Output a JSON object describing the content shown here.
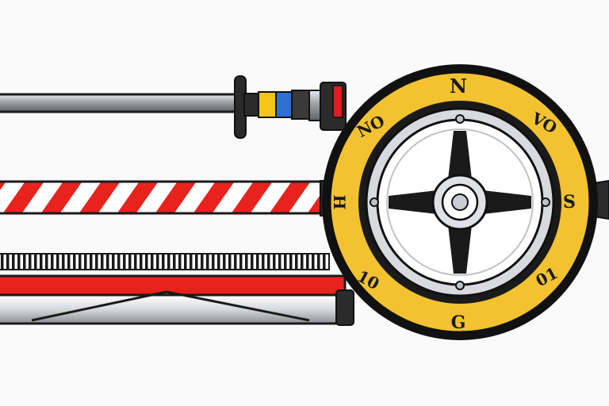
{
  "illustration": {
    "dial_labels": {
      "top": "N",
      "upper_left": "NO",
      "upper_right": "VO",
      "left": "H",
      "right": "S",
      "lower_left": "10",
      "lower_right": "01",
      "bottom": "G"
    },
    "colors": {
      "background": "#fafafa",
      "dial_ring": "#f2c230",
      "dial_body": "#1a1a1a",
      "stripe_red": "#e8231d",
      "stripe_white": "#ffffff",
      "rod_steel": "#b9bcc0",
      "collar_yellow": "#f5c518",
      "collar_blue": "#2f6fd6",
      "accent_red": "#d91f1f"
    }
  }
}
